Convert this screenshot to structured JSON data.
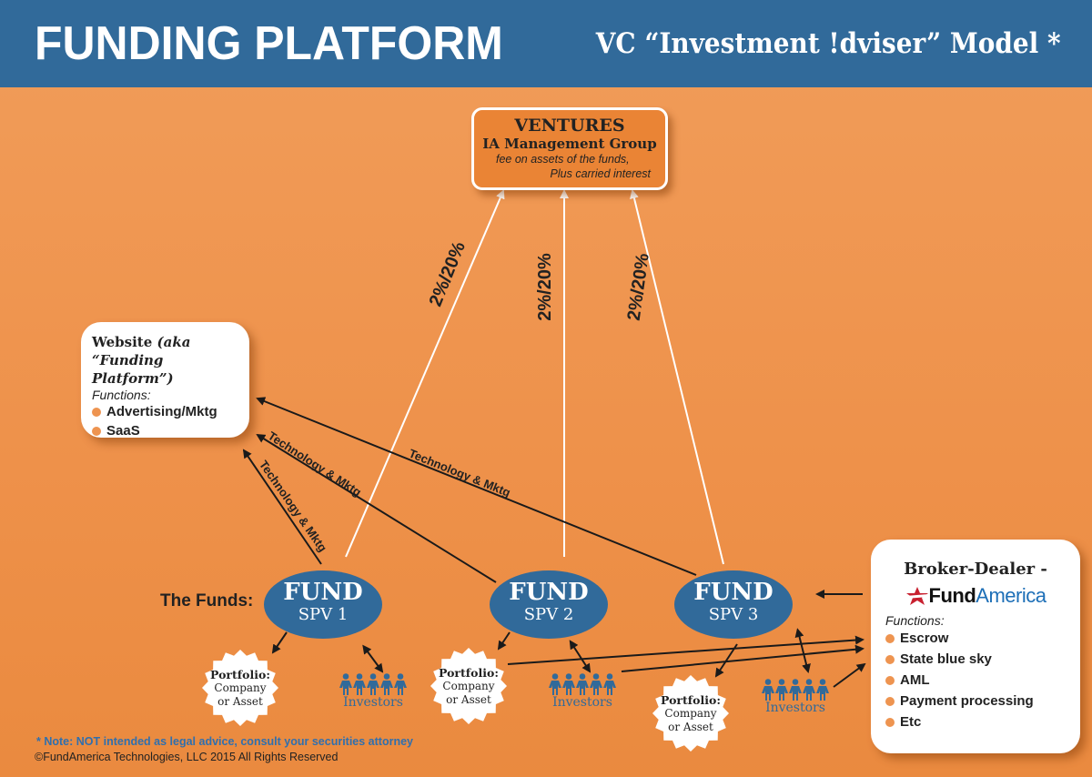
{
  "header": {
    "title": "FUNDING PLATFORM",
    "subtitle": "VC “Investment !dviser” Model *"
  },
  "colors": {
    "header_blue": "#316a9a",
    "background_orange": "#ee914a",
    "ventures_box": "#ea8435",
    "bullet_orange": "#ee9450",
    "note_blue": "#2f6fae",
    "logo_red": "#c8202f",
    "logo_blue": "#1d6fb7"
  },
  "ventures": {
    "title": "VENTURES",
    "subtitle": "IA Management Group",
    "line1": "fee on assets of the funds,",
    "line2": "Plus carried interest"
  },
  "website": {
    "title": "Website",
    "aka": "(aka",
    "aka2": "“Funding Platform”)",
    "functions_label": "Functions:",
    "functions": [
      "Advertising/Mktg",
      "SaaS"
    ]
  },
  "broker": {
    "title": "Broker-Dealer -",
    "logo_part1": "Fund",
    "logo_part2": "America",
    "logo_icon": "star-icon",
    "functions_label": "Functions:",
    "functions": [
      "Escrow",
      "State blue sky",
      "AML",
      "Payment processing",
      "Etc"
    ]
  },
  "funds_label": "The Funds:",
  "funds": [
    {
      "title": "FUND",
      "name": "SPV 1"
    },
    {
      "title": "FUND",
      "name": "SPV 2"
    },
    {
      "title": "FUND",
      "name": "SPV 3"
    }
  ],
  "portfolio": {
    "title": "Portfolio:",
    "line1": "Company",
    "line2": "or Asset"
  },
  "investors_label": "Investors",
  "investor_icon": "person-icon",
  "flow_labels": {
    "fee": "2%/20%",
    "tech": "Technology & Mktg"
  },
  "footer": {
    "note": "* Note: NOT intended as legal advice, consult your securities attorney",
    "copyright": "©FundAmerica Technologies, LLC  2015 All Rights Reserved"
  }
}
